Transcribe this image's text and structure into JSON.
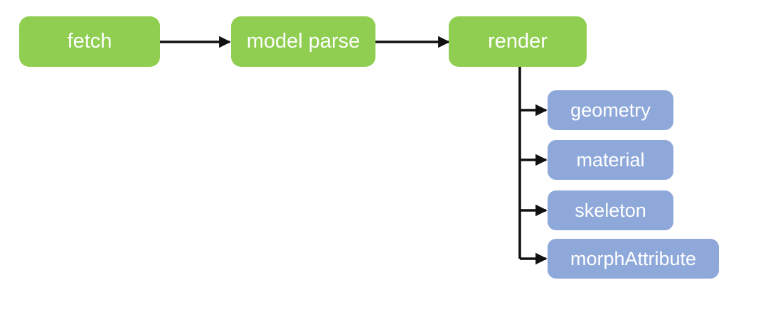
{
  "diagram": {
    "pipeline": [
      {
        "label": "fetch"
      },
      {
        "label": "model parse"
      },
      {
        "label": "render"
      }
    ],
    "render_children": [
      {
        "label": "geometry"
      },
      {
        "label": "material"
      },
      {
        "label": "skeleton"
      },
      {
        "label": "morphAttribute"
      }
    ]
  },
  "colors": {
    "background": "#ffffff",
    "stage-fill": "#8fce50",
    "child-fill": "#8fa8da",
    "node-text": "#ffffff",
    "connector": "#111111"
  }
}
